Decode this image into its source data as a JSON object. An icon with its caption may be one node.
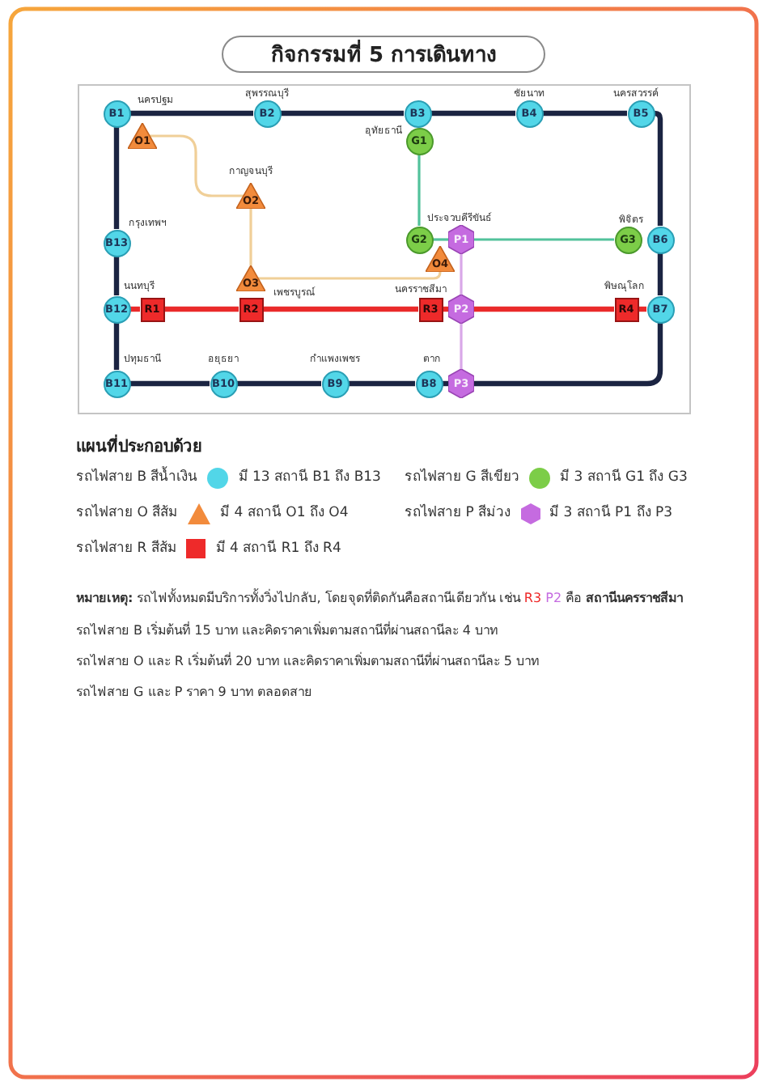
{
  "diagram": {
    "title": "กิจกรรมที่ 5 การเดินทาง",
    "nodes": [
      {
        "text": [
          "B1"
        ],
        "beside": [
          "นครปฐม"
        ]
      },
      {
        "text": [
          "B2"
        ],
        "beside": [
          "สุพรรณบุรี"
        ]
      },
      {
        "text": [
          "B3"
        ]
      },
      {
        "text": [
          "B4"
        ],
        "beside": [
          "ชัยนาท"
        ]
      },
      {
        "text": [
          "B5"
        ],
        "beside": [
          "นครสวรรค์"
        ]
      },
      {
        "text": [
          "B6"
        ]
      },
      {
        "text": [
          "B7"
        ]
      },
      {
        "text": [
          "B8"
        ],
        "beside": [
          "ตาก"
        ]
      },
      {
        "text": [
          "B9"
        ],
        "beside": [
          "กำแพงเพชร"
        ]
      },
      {
        "text": [
          "B10"
        ],
        "beside": [
          "อยุธยา"
        ]
      },
      {
        "text": [
          "B11"
        ],
        "beside": [
          "ปทุมธานี"
        ]
      },
      {
        "text": [
          "B12"
        ],
        "beside": [
          "นนทบุรี"
        ]
      },
      {
        "text": [
          "B13"
        ],
        "beside": [
          "กรุงเทพฯ"
        ]
      },
      {
        "text": [
          "G1"
        ],
        "beside": [
          "อุทัยธานี"
        ]
      },
      {
        "text": [
          "G2"
        ],
        "beside": [
          "ประจวบคีรีขันธ์"
        ]
      },
      {
        "text": [
          "G3"
        ],
        "beside": [
          "พิจิตร"
        ]
      },
      {
        "text": [
          "O1"
        ]
      },
      {
        "text": [
          "O2"
        ],
        "beside": [
          "กาญจนบุรี"
        ]
      },
      {
        "text": [
          "O3"
        ]
      },
      {
        "text": [
          "O4"
        ]
      },
      {
        "text": [
          "P1"
        ]
      },
      {
        "text": [
          "P2"
        ]
      },
      {
        "text": [
          "P3"
        ]
      },
      {
        "text": [
          "R1"
        ]
      },
      {
        "text": [
          "R2"
        ],
        "beside": [
          "เพชรบูรณ์"
        ]
      },
      {
        "text": [
          "R3"
        ],
        "beside": [
          "นครราชสีมา"
        ]
      },
      {
        "text": [
          "R4"
        ],
        "beside": [
          "พิษณุโลก"
        ]
      }
    ],
    "edges": [
      {
        "from": 0,
        "to": 1,
        "arrow": "none"
      },
      {
        "from": 1,
        "to": 2,
        "arrow": "none"
      },
      {
        "from": 2,
        "to": 3,
        "arrow": "none"
      },
      {
        "from": 3,
        "to": 4,
        "arrow": "none"
      },
      {
        "from": 4,
        "to": 5,
        "arrow": "none"
      },
      {
        "from": 5,
        "to": 6,
        "arrow": "none"
      },
      {
        "from": 6,
        "to": 22,
        "arrow": "none"
      },
      {
        "from": 22,
        "to": 7,
        "arrow": "none"
      },
      {
        "from": 7,
        "to": 8,
        "arrow": "none"
      },
      {
        "from": 8,
        "to": 9,
        "arrow": "none"
      },
      {
        "from": 9,
        "to": 10,
        "arrow": "none"
      },
      {
        "from": 10,
        "to": 11,
        "arrow": "none"
      },
      {
        "from": 11,
        "to": 12,
        "arrow": "none"
      },
      {
        "from": 12,
        "to": 0,
        "arrow": "none"
      },
      {
        "from": 13,
        "to": 14,
        "arrow": "none",
        "color": "#52c29b"
      },
      {
        "from": 14,
        "to": 20,
        "arrow": "none",
        "color": "#52c29b"
      },
      {
        "from": 20,
        "to": 15,
        "arrow": "none",
        "color": "#52c29b"
      },
      {
        "from": 16,
        "to": 17,
        "arrow": "none",
        "color": "#f0cf98"
      },
      {
        "from": 17,
        "to": 18,
        "arrow": "none",
        "color": "#f0cf98"
      },
      {
        "from": 18,
        "to": 19,
        "arrow": "none",
        "color": "#f0cf98"
      },
      {
        "from": 20,
        "to": 21,
        "arrow": "none",
        "color": "#d9a8e8"
      },
      {
        "from": 21,
        "to": 22,
        "arrow": "none",
        "color": "#d9a8e8"
      },
      {
        "from": 11,
        "to": 23,
        "arrow": "none",
        "color": "#ea2a2a"
      },
      {
        "from": 23,
        "to": 24,
        "arrow": "none",
        "color": "#ea2a2a"
      },
      {
        "from": 24,
        "to": 25,
        "arrow": "none",
        "color": "#ea2a2a"
      },
      {
        "from": 25,
        "to": 21,
        "arrow": "none",
        "color": "#ea2a2a"
      },
      {
        "from": 21,
        "to": 26,
        "arrow": "none",
        "color": "#ea2a2a"
      },
      {
        "from": 26,
        "to": 6,
        "arrow": "none",
        "color": "#ea2a2a"
      }
    ],
    "labels": [
      "แผนที่ประกอบด้วย",
      "มี 13 สถานี B1 ถึง B13",
      "มี 3 สถานี G1 ถึง G3",
      "มี 4 สถานี O1 ถึง O4",
      "มี 3 สถานี P1 ถึง P3",
      "มี 4 สถานี R1 ถึง R4",
      "**หมายเหตุ:** รถไฟทั้งหมดมีบริการทั้งวิ่งไปกลับ, โดยจุดที่ติดกันคือสถานีเดียวกัน เช่น",
      "R3",
      "P2",
      "คือ **สถานีนครราชสีมา**",
      "รถไฟสาย B เริ่มต้นที่ 15 บาท และคิดราคาเพิ่มตามสถานีที่ผ่านสถานีละ 4 บาท",
      "รถไฟสาย O และ R เริ่มต้นที่ 20 บาท และคิดราคาเพิ่มตามสถานีที่ผ่านสถานีละ 5 บาท",
      "รถไฟสาย G และ P ราคา 9 บาท ตลอดสาย"
    ],
    "legend": [
      {
        "text": "รถไฟสาย B สีน้ำเงิน",
        "color": "#52d6e8"
      },
      {
        "text": "รถไฟสาย G สีเขียว",
        "color": "#7ccd48"
      },
      {
        "text": "รถไฟสาย O สีส้ม",
        "color": "#f28b3c"
      },
      {
        "text": "รถไฟสาย P สีม่วง",
        "color": "#c56be0"
      },
      {
        "text": "รถไฟสาย R สีส้ม",
        "color": "#ee2a2a"
      }
    ]
  }
}
